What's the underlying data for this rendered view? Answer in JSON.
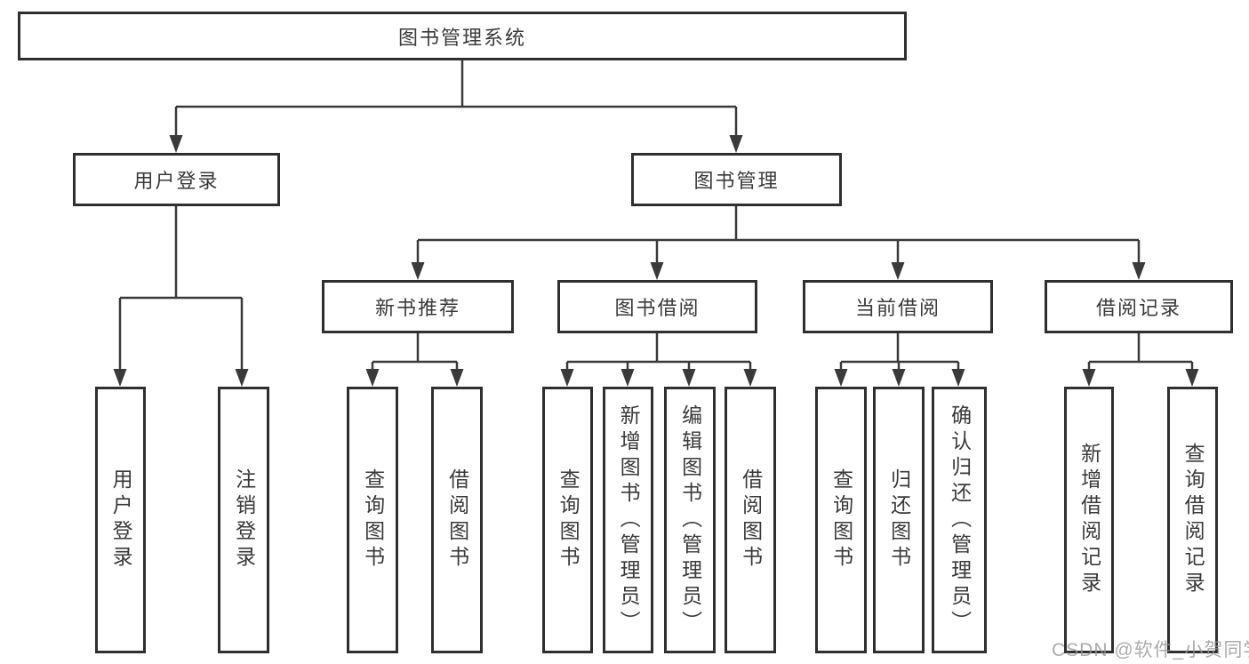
{
  "colors": {
    "background": "#ffffff",
    "box_border": "#2f2f2f",
    "text": "#3a3a3a",
    "connector_line": "#3a3a3a",
    "watermark": "#a0a0a0"
  },
  "watermark": "CSDN @软件_小贺同学",
  "tree": {
    "label": "图书管理系统",
    "children": [
      {
        "label": "用户登录",
        "children": [
          {
            "label": "用户登录"
          },
          {
            "label": "注销登录"
          }
        ]
      },
      {
        "label": "图书管理",
        "children": [
          {
            "label": "新书推荐",
            "children": [
              {
                "label": "查询图书"
              },
              {
                "label": "借阅图书"
              }
            ]
          },
          {
            "label": "图书借阅",
            "children": [
              {
                "label": "查询图书"
              },
              {
                "label": "新增图书（管理员）"
              },
              {
                "label": "编辑图书（管理员）"
              },
              {
                "label": "借阅图书"
              }
            ]
          },
          {
            "label": "当前借阅",
            "children": [
              {
                "label": "查询图书"
              },
              {
                "label": "归还图书"
              },
              {
                "label": "确认归还（管理员）"
              }
            ]
          },
          {
            "label": "借阅记录",
            "children": [
              {
                "label": "新增借阅记录"
              },
              {
                "label": "查询借阅记录"
              }
            ]
          }
        ]
      }
    ]
  }
}
